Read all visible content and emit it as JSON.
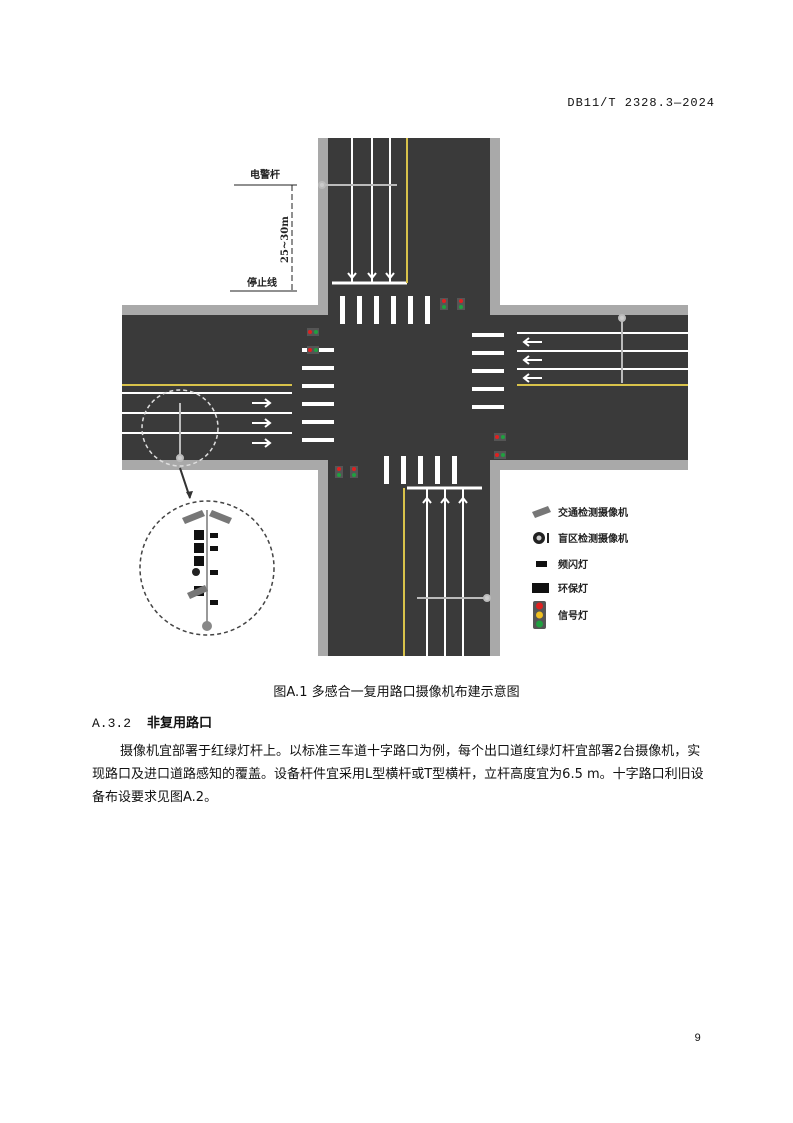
{
  "header": {
    "doc_id": "DB11/T 2328.3—2024"
  },
  "figure": {
    "annotations": {
      "pole_label": "电警杆",
      "distance_label": "25~30m",
      "stop_line_label": "停止线"
    },
    "legend": [
      {
        "icon": "traffic-camera-icon",
        "label": "交通检测摄像机"
      },
      {
        "icon": "blind-zone-camera-icon",
        "label": "盲区检测摄像机"
      },
      {
        "icon": "strobe-light-icon",
        "label": "频闪灯"
      },
      {
        "icon": "eco-light-icon",
        "label": "环保灯"
      },
      {
        "icon": "signal-light-icon",
        "label": "信号灯"
      }
    ],
    "colors": {
      "road": "#3a3a3a",
      "sidewalk": "#a9a9a9",
      "lane_yellow": "#d8c24a",
      "red": "#e02020",
      "yellow": "#f0c020",
      "green": "#20a040"
    }
  },
  "caption": "图A.1 多感合一复用路口摄像机布建示意图",
  "section": {
    "number": "A.3.2",
    "title": "非复用路口"
  },
  "paragraph": "摄像机宜部署于红绿灯杆上。以标准三车道十字路口为例，每个出口道红绿灯杆宜部署2台摄像机，实现路口及进口道路感知的覆盖。设备杆件宜采用L型横杆或T型横杆，立杆高度宜为6.5 m。十字路口利旧设备布设要求见图A.2。",
  "page_number": "9"
}
